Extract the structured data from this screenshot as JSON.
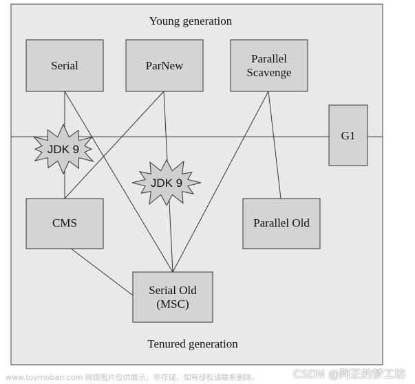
{
  "regions": {
    "top": "Young generation",
    "bottom": "Tenured generation"
  },
  "collectors": {
    "serial": "Serial",
    "parnew": "ParNew",
    "parallel_scavenge": [
      "Parallel",
      "Scavenge"
    ],
    "g1": "G1",
    "cms": "CMS",
    "parallel_old": "Parallel Old",
    "serial_old": [
      "Serial Old",
      "(MSC)"
    ]
  },
  "deprecations": [
    "JDK 9",
    "JDK 9"
  ],
  "watermark": {
    "left": "www.toymoban.com 网络图片仅供展示，非存储，如有侵权请联系删除。",
    "right": "CSDN @阿正的梦工坊"
  },
  "colors": {
    "panel": "#e9e9e9",
    "box": "#d4d4d4",
    "line": "#333333"
  }
}
